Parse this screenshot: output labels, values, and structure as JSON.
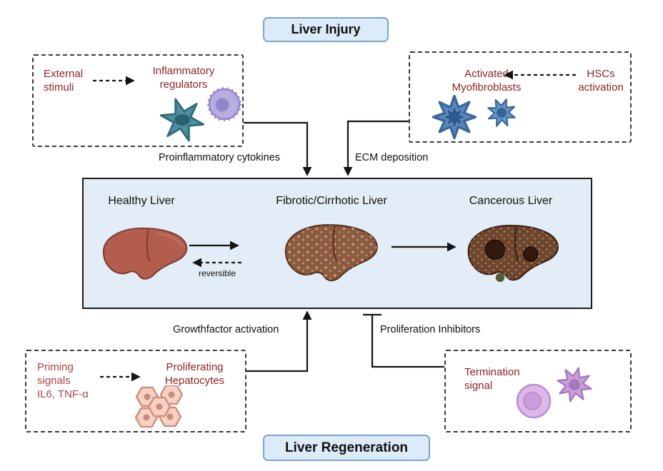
{
  "titles": {
    "injury": "Liver Injury",
    "regeneration": "Liver Regeneration"
  },
  "panels": {
    "top_left": {
      "stimuli": "External\nstimuli",
      "regulators": "Inflammatory\nregulators"
    },
    "top_right": {
      "myofibroblasts": "Activated\nMyofibroblasts",
      "hscs": "HSCs\nactivation"
    },
    "bottom_left": {
      "priming": "Priming\nsignals\nIL6, TNF-α",
      "hepatocytes": "Proliferating\nHepatocytes"
    },
    "bottom_right": {
      "termination": "Termination\nsignal"
    }
  },
  "center": {
    "healthy": "Healthy Liver",
    "fibrotic": "Fibrotic/Cirrhotic Liver",
    "cancerous": "Cancerous Liver",
    "reversible": "reversible"
  },
  "connectors": {
    "proinflammatory": "Proinflammatory cytokines",
    "ecm": "ECM deposition",
    "growthfactor": "Growthfactor activation",
    "inhibitors": "Proliferation Inhibitors"
  },
  "colors": {
    "panel_title_bg": "#dcebf8",
    "panel_title_border": "#79a5cc",
    "center_panel_bg": "#e2edf7",
    "dark_red_text": "#8e2423",
    "pink_red_text": "#a8463f",
    "healthy_liver": "#b35e4d",
    "fibrotic_liver": "#8d5b41",
    "cancerous_liver": "#6e462f",
    "stellate_cell_teal": "#4f8fa1",
    "immune_cell_purple": "#b9addf",
    "myofibroblast_blue": "#5d87ba",
    "hepatocyte_pink": "#f6d2c4",
    "termination_purple": "#ddb7e8"
  },
  "icons": {
    "stellate_cell": "stellate-cell-icon",
    "immune_cell": "immune-cell-icon",
    "myofibroblast_large": "myofibroblast-cell-large-icon",
    "myofibroblast_small": "myofibroblast-cell-small-icon",
    "hepatocyte_cluster": "hepatocyte-cluster-icon",
    "termination_round_cell": "round-cell-icon",
    "termination_spiky_cell": "spiky-cell-icon",
    "healthy_liver": "healthy-liver-icon",
    "fibrotic_liver": "fibrotic-liver-icon",
    "cancerous_liver": "cancerous-liver-icon",
    "inhibition_bar": "inhibition-tbar-icon",
    "arrowhead": "arrowhead-icon"
  }
}
